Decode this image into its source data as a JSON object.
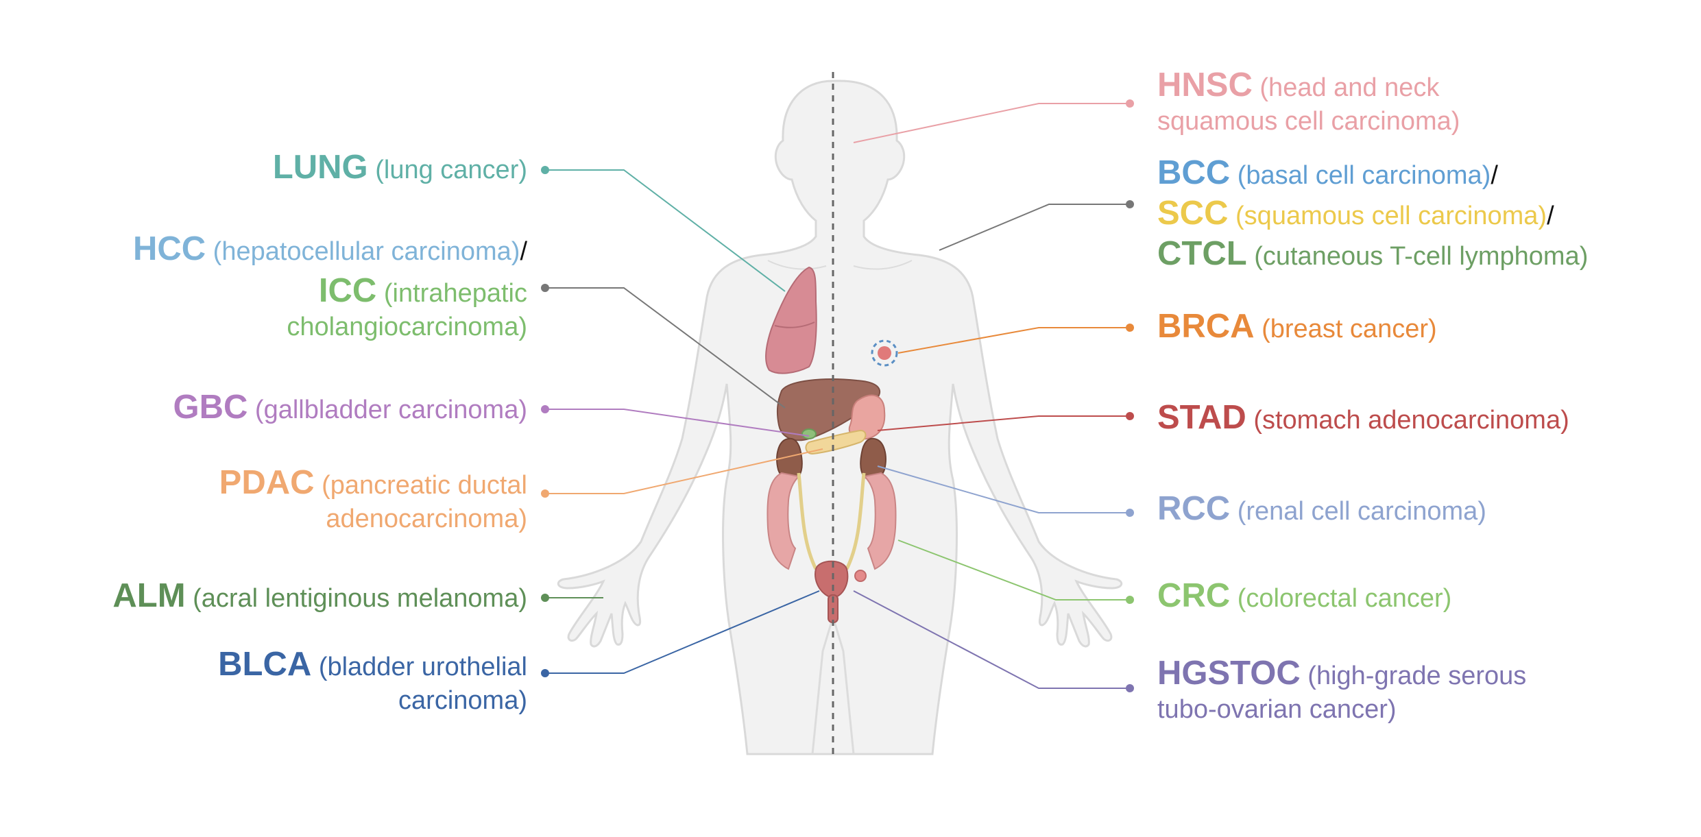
{
  "colors": {
    "body_fill": "#f2f2f2",
    "body_stroke": "#d9d9d9",
    "midline": "#666666"
  },
  "labels": {
    "lung": {
      "abbr": "LUNG",
      "full": "(lung cancer)",
      "color": "#5fb0a6"
    },
    "hcc": {
      "abbr": "HCC",
      "full": "(hepatocellular carcinoma)",
      "sep": "/",
      "color": "#7fb3d8"
    },
    "icc": {
      "abbr": "ICC",
      "full1": "(intrahepatic",
      "full2": "cholangiocarcinoma)",
      "color": "#7dbd6d"
    },
    "gbc": {
      "abbr": "GBC",
      "full": "(gallbladder carcinoma)",
      "color": "#b07cc0"
    },
    "pdac": {
      "abbr": "PDAC",
      "full1": "(pancreatic ductal",
      "full2": "adenocarcinoma)",
      "color": "#f0a870"
    },
    "alm": {
      "abbr": "ALM",
      "full": "(acral lentiginous melanoma)",
      "color": "#5e8f57"
    },
    "blca": {
      "abbr": "BLCA",
      "full1": "(bladder urothelial",
      "full2": "carcinoma)",
      "color": "#3a65a4"
    },
    "hnsc": {
      "abbr": "HNSC",
      "full1": "(head and neck",
      "full2": "squamous cell carcinoma)",
      "color": "#e9a0a6"
    },
    "bcc": {
      "abbr": "BCC",
      "full": "(basal cell carcinoma)",
      "sep": "/",
      "color": "#5f9ed3"
    },
    "scc": {
      "abbr": "SCC",
      "full": "(squamous cell carcinoma)",
      "sep": "/",
      "color": "#ecc94b"
    },
    "ctcl": {
      "abbr": "CTCL",
      "full": "(cutaneous T-cell lymphoma)",
      "color": "#6d9f64"
    },
    "brca": {
      "abbr": "BRCA",
      "full": "(breast cancer)",
      "color": "#e8893a"
    },
    "stad": {
      "abbr": "STAD",
      "full": "(stomach adenocarcinoma)",
      "color": "#bd4c4c"
    },
    "rcc": {
      "abbr": "RCC",
      "full": "(renal cell carcinoma)",
      "color": "#8ea3cf"
    },
    "crc": {
      "abbr": "CRC",
      "full": "(colorectal cancer)",
      "color": "#8cc56f"
    },
    "hgstoc": {
      "abbr": "HGSTOC",
      "full1": "(high-grade serous",
      "full2": "tubo-ovarian cancer)",
      "color": "#7e74b0"
    }
  },
  "connector_colors": {
    "lung": "#5fb0a6",
    "liver": "#777777",
    "gbc": "#b07cc0",
    "pdac": "#f0a870",
    "alm": "#5e8f57",
    "blca": "#3a65a4",
    "hnsc": "#e9a0a6",
    "skin": "#777777",
    "brca": "#e8893a",
    "stad": "#bd4c4c",
    "rcc": "#8ea3cf",
    "crc": "#8cc56f",
    "hgstoc": "#7e74b0"
  }
}
